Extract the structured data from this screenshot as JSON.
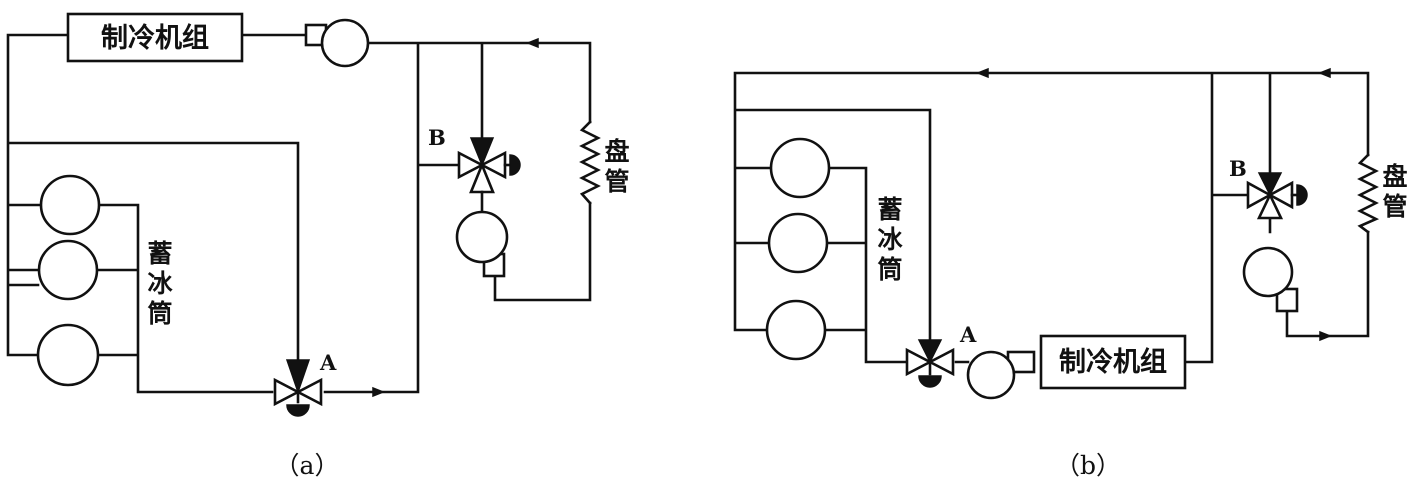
{
  "diagram_a": {
    "chiller_label": "制冷机组",
    "tank_label": [
      "蓄",
      "冰",
      "筒"
    ],
    "coil_label": [
      "盘",
      "管"
    ],
    "valve_a": "A",
    "valve_b": "B",
    "caption": "（a）"
  },
  "diagram_b": {
    "chiller_label": "制冷机组",
    "tank_label": [
      "蓄",
      "冰",
      "筒"
    ],
    "coil_label": [
      "盘",
      "管"
    ],
    "valve_a": "A",
    "valve_b": "B",
    "caption": "（b）"
  }
}
